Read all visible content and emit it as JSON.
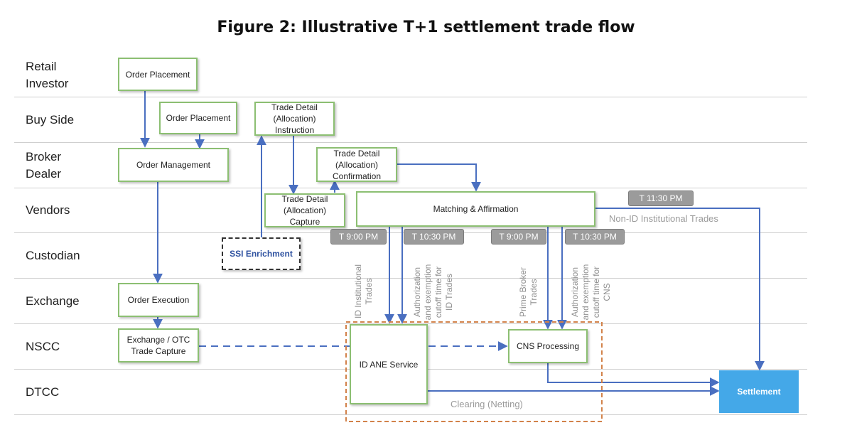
{
  "title": "Figure 2: Illustrative T+1 settlement trade flow",
  "lanes": {
    "retail": "Retail\nInvestor",
    "buyside": "Buy Side",
    "broker": "Broker\nDealer",
    "vendors": "Vendors",
    "custodian": "Custodian",
    "exchange": "Exchange",
    "nscc": "NSCC",
    "dtcc": "DTCC"
  },
  "boxes": {
    "order_placement_retail": "Order Placement",
    "order_placement_buyside": "Order Placement",
    "order_management": "Order Management",
    "trade_detail_instruction": "Trade Detail\n(Allocation)\nInstruction",
    "trade_detail_confirmation": "Trade Detail\n(Allocation)\nConfirmation",
    "trade_detail_capture": "Trade Detail\n(Allocation)\nCapture",
    "matching_affirmation": "Matching & Affirmation",
    "ssi_enrichment": "SSI Enrichment",
    "order_execution": "Order Execution",
    "exchange_otc_capture": "Exchange / OTC\nTrade Capture",
    "id_ane_service": "ID ANE Service",
    "cns_processing": "CNS Processing",
    "settlement": "Settlement"
  },
  "badges": {
    "t_900_a": "T 9:00 PM",
    "t_1030_a": "T 10:30 PM",
    "t_900_b": "T 9:00 PM",
    "t_1030_b": "T 10:30 PM",
    "t_1130": "T 11:30 PM"
  },
  "labels": {
    "non_id_trades": "Non-ID Institutional Trades",
    "id_institutional_trades": "ID Institutional\nTrades",
    "auth_id_trades": "Authorization\nand exemption\ncutoff time for\nID Trades",
    "prime_broker_trades": "Prime Broker\nTrades",
    "auth_cns": "Authorization\nand exemption\ncutoff time for\nCNS",
    "clearing_netting": "Clearing (Netting)"
  },
  "colors": {
    "arrow": "#4a6fc0",
    "box_border": "#8cbf72",
    "settlement_fill": "#44a8e8",
    "badge_fill": "#9b9b9b",
    "region_border": "#d2824a"
  }
}
